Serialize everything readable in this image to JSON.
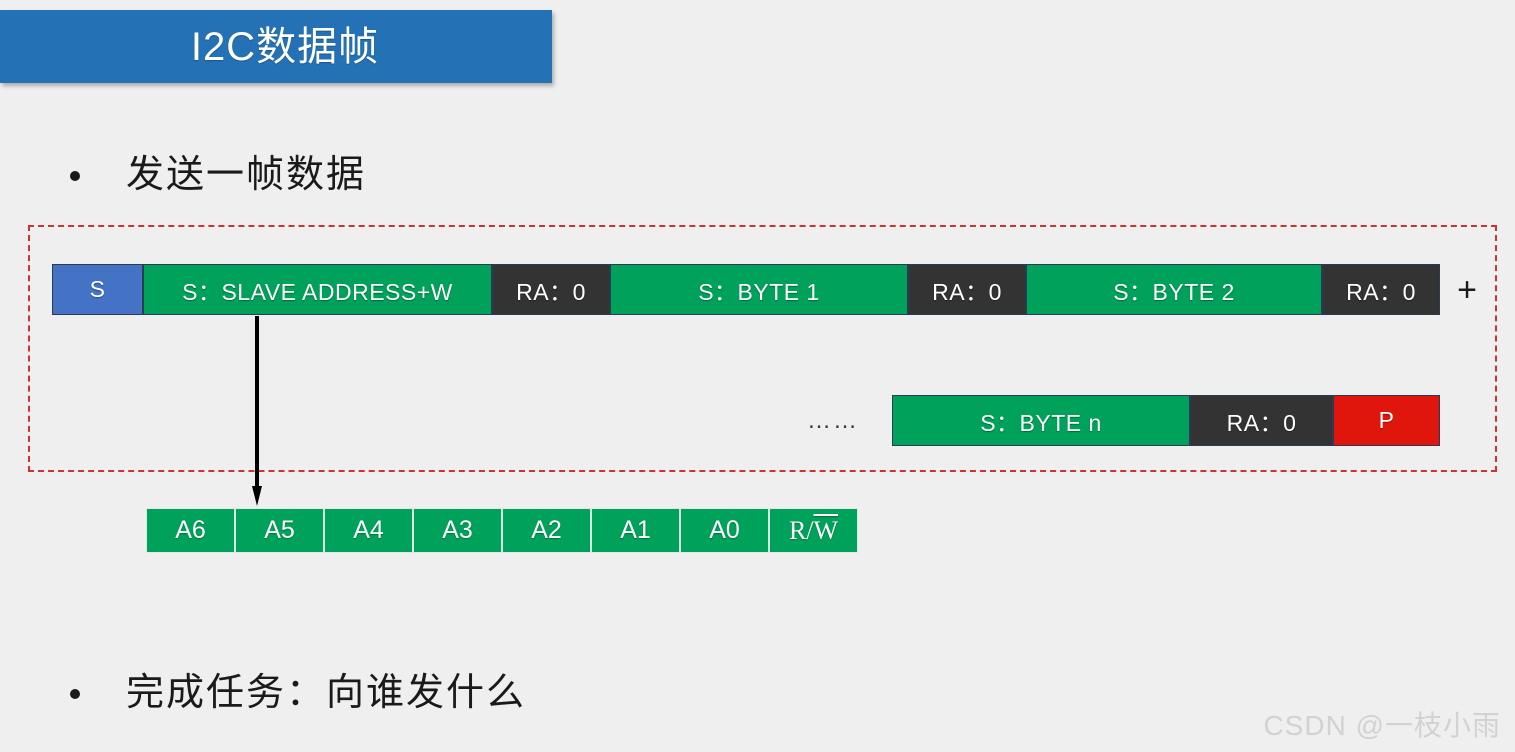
{
  "slide": {
    "title": "I2C数据帧",
    "background_color": "#efefef",
    "title_banner_color": "#2472b5"
  },
  "bullets": [
    {
      "id": "send-frame",
      "text": "发送一帧数据"
    },
    {
      "id": "task",
      "text": "完成任务：向谁发什么"
    }
  ],
  "frame": {
    "border_color": "#cc3333",
    "row1": [
      {
        "name": "start",
        "label": "S",
        "color": "#4472c4"
      },
      {
        "name": "slave-addr",
        "label": "S：SLAVE ADDRESS+W",
        "color": "#00a15a"
      },
      {
        "name": "ack-1",
        "label": "RA：0",
        "color": "#333333"
      },
      {
        "name": "byte-1",
        "label": "S：BYTE 1",
        "color": "#00a15a"
      },
      {
        "name": "ack-2",
        "label": "RA：0",
        "color": "#333333"
      },
      {
        "name": "byte-2",
        "label": "S：BYTE 2",
        "color": "#00a15a"
      },
      {
        "name": "ack-3",
        "label": "RA：0",
        "color": "#333333"
      }
    ],
    "continuation_symbol": "+",
    "row2": {
      "ellipsis": "……",
      "blocks": [
        {
          "name": "byte-n",
          "label": "S：BYTE n",
          "color": "#00a15a"
        },
        {
          "name": "ack-4",
          "label": "RA：0",
          "color": "#333333"
        },
        {
          "name": "stop",
          "label": "P",
          "color": "#e0160d"
        }
      ]
    }
  },
  "address_bits": {
    "cells": [
      {
        "label": "A6"
      },
      {
        "label": "A5"
      },
      {
        "label": "A4"
      },
      {
        "label": "A3"
      },
      {
        "label": "A2"
      },
      {
        "label": "A1"
      },
      {
        "label": "A0"
      }
    ],
    "rw_cell": {
      "prefix": "R/",
      "overlined": "W"
    }
  },
  "watermark": "CSDN @一枝小雨"
}
